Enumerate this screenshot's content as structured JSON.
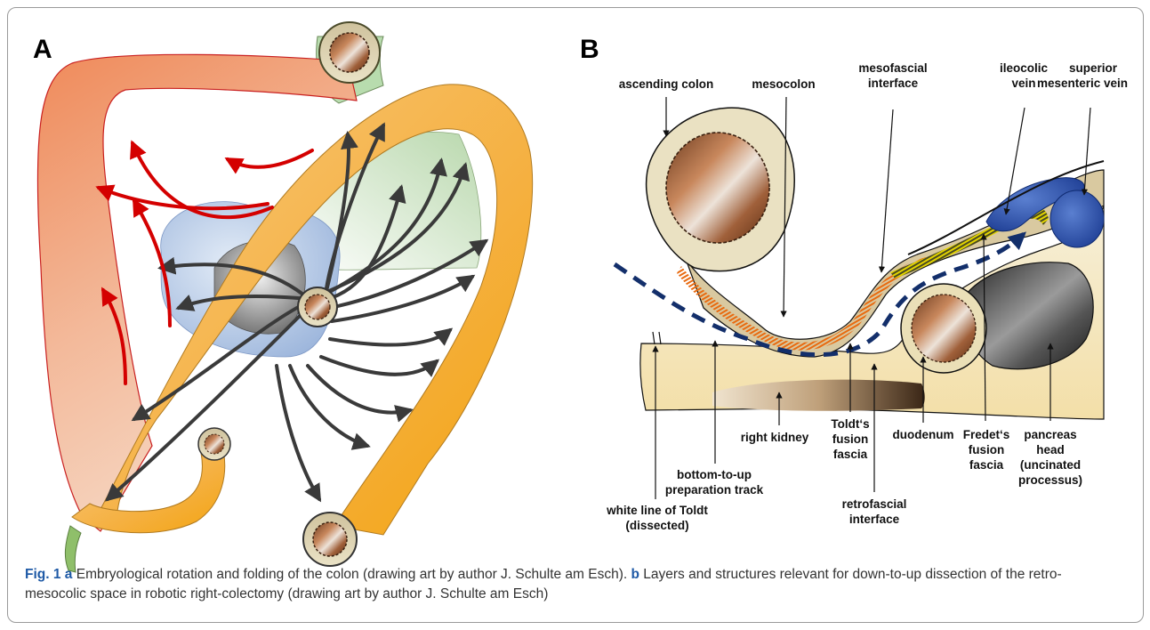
{
  "panel_a": {
    "letter": "A"
  },
  "panel_b": {
    "letter": "B",
    "labels": {
      "ascending_colon": "ascending colon",
      "mesocolon": "mesocolon",
      "mesofascial_interface": [
        "mesofascial",
        "interface"
      ],
      "ileocolic_vein": [
        "ileocolic",
        "vein"
      ],
      "superior_mesenteric_vein": [
        "superior",
        "mesenteric vein"
      ],
      "right_kidney": "right kidney",
      "bottom_to_up": [
        "bottom-to-up",
        "preparation track"
      ],
      "toldts_fusion_fascia": [
        "Toldt‘s",
        "fusion",
        "fascia"
      ],
      "duodenum": "duodenum",
      "fredets_fusion_fascia": [
        "Fredet‘s",
        "fusion",
        "fascia"
      ],
      "pancreas_head": [
        "pancreas",
        "head",
        "(uncinated",
        "processus)"
      ],
      "white_line": [
        "white line of Toldt",
        "(dissected)"
      ],
      "retrofascial_interface": [
        "retrofascial",
        "interface"
      ]
    }
  },
  "caption": {
    "fig_label": "Fig. 1",
    "a_letter": "a",
    "a_text": " Embryological rotation and folding of the colon (drawing art by author J. Schulte am Esch). ",
    "b_letter": "b",
    "b_text": " Layers and structures relevant for down-to-up dissection of the retro-mesocolic space in robotic right-colectomy (drawing art by author J. Schulte am Esch)"
  },
  "colors": {
    "caption_accent": "#1f5aa6",
    "arrow_red": "#d40000",
    "arrow_dark": "#3a3a3a",
    "track_navy": "#132f6b"
  }
}
